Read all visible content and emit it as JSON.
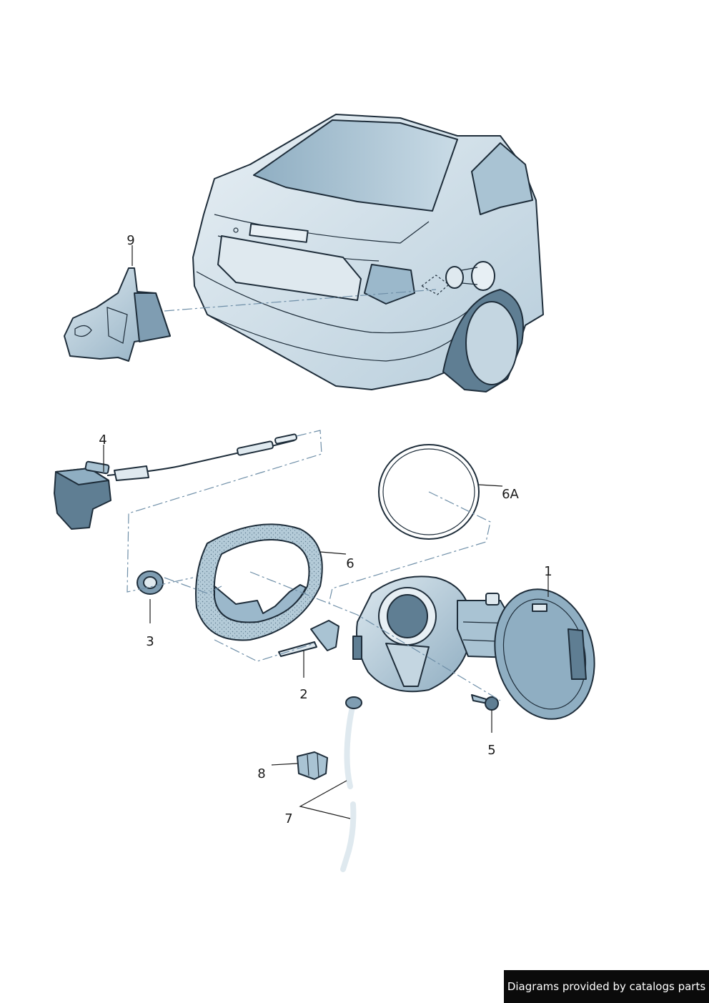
{
  "callouts": {
    "c1": "1",
    "c2": "2",
    "c3": "3",
    "c4": "4",
    "c5": "5",
    "c6": "6",
    "c6a": "6A",
    "c7": "7",
    "c8": "8",
    "c9": "9"
  },
  "footer": {
    "credit": "Diagrams provided by catalogs parts"
  },
  "colors": {
    "part_fill_light": "#d6e4ec",
    "part_fill_mid": "#a9c3d3",
    "part_fill_dark": "#7f9db2",
    "outline": "#1e2d3a",
    "dash_line": "#6f8fa8"
  }
}
